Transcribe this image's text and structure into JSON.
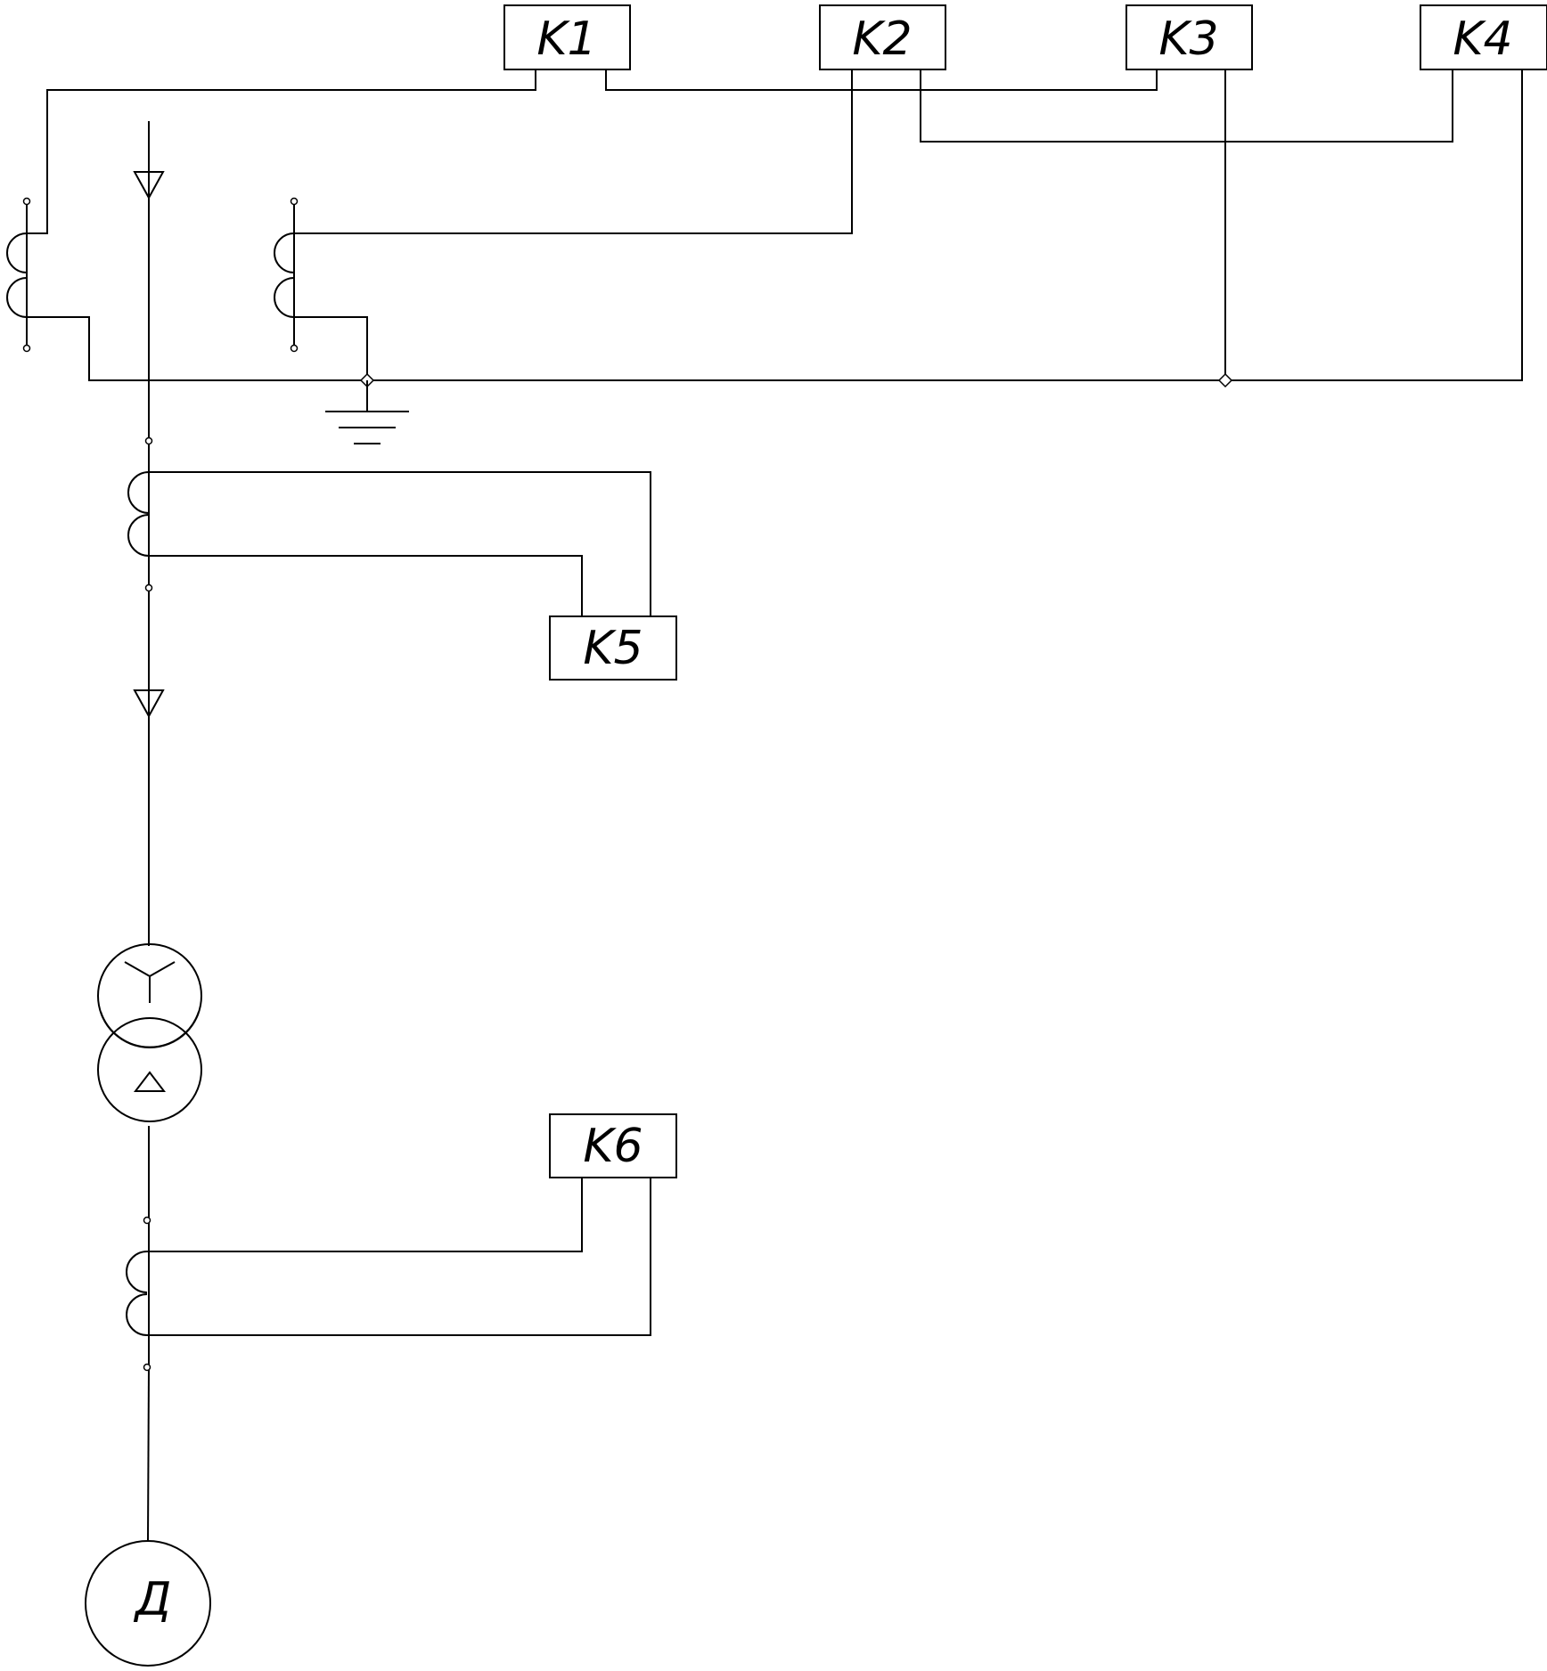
{
  "diagram": {
    "blocks": {
      "k1": "K1",
      "k2": "K2",
      "k3": "K3",
      "k4": "K4",
      "k5": "K5",
      "k6": "K6"
    },
    "motor_label": "Д"
  }
}
